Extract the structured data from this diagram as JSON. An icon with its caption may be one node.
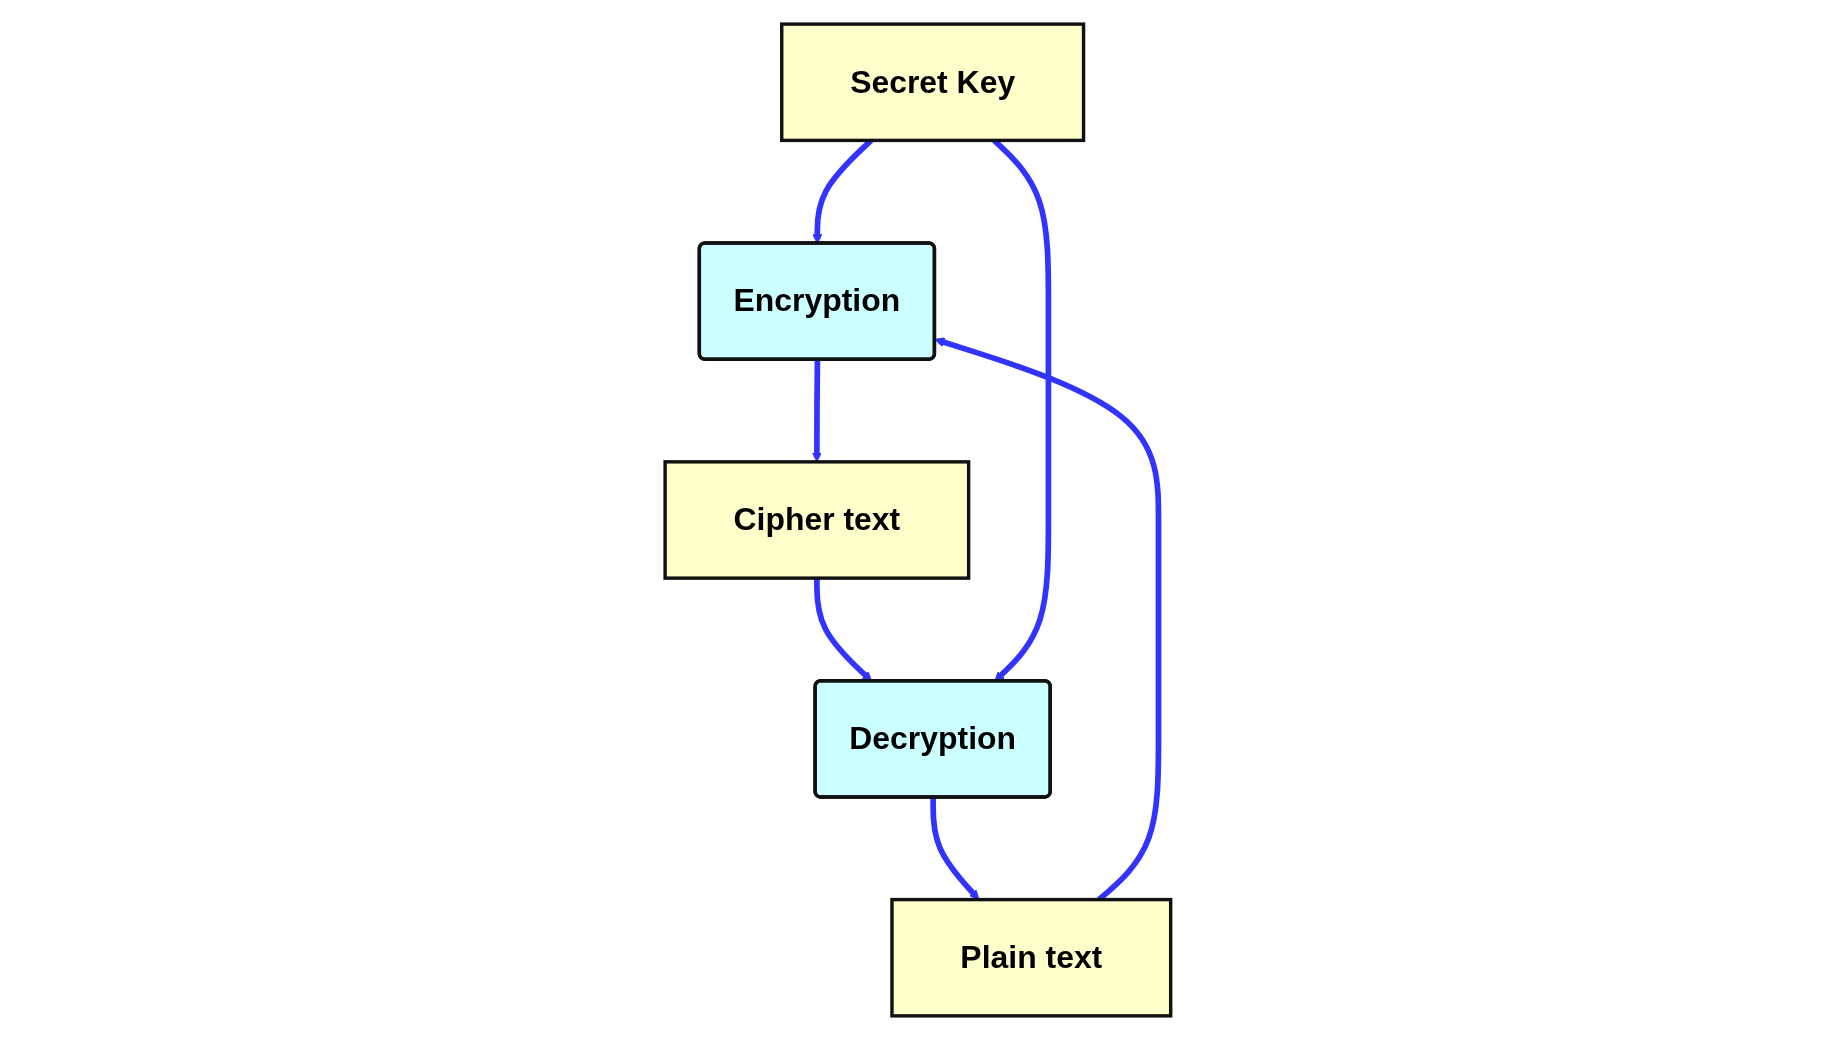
{
  "diagram": {
    "nodes": [
      {
        "text": [
          "Encryption"
        ]
      },
      {
        "text": [
          "Plain text"
        ]
      },
      {
        "text": [
          "Secret Key"
        ]
      },
      {
        "text": [
          "Cipher text"
        ]
      },
      {
        "text": [
          "Decryption"
        ]
      }
    ],
    "edges": [
      {
        "from": 1,
        "to": 0,
        "arrow": "to"
      },
      {
        "from": 0,
        "to": 3,
        "arrow": "to"
      },
      {
        "from": 3,
        "to": 4,
        "arrow": "to"
      },
      {
        "from": 4,
        "to": 1,
        "arrow": "to"
      },
      {
        "from": 2,
        "to": 0,
        "arrow": "to"
      },
      {
        "from": 2,
        "to": 4,
        "arrow": "to"
      }
    ]
  }
}
